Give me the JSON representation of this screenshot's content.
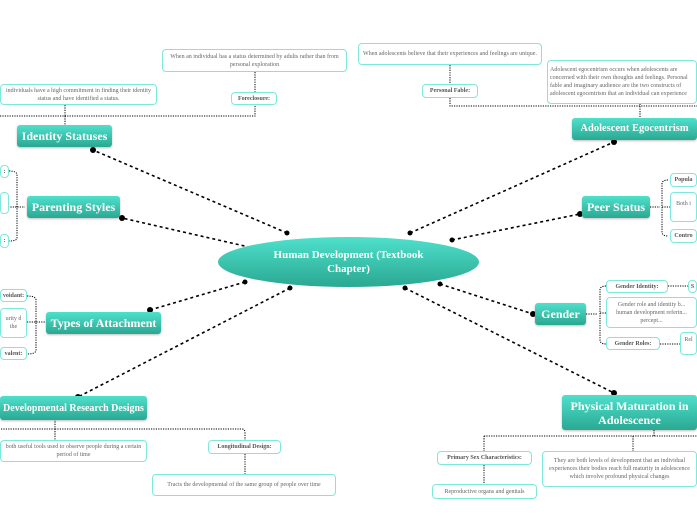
{
  "central": "Human Development (Textbook Chapter)",
  "topics": {
    "identity": "Identity Statuses",
    "parenting": "Parenting Styles",
    "attachment": "Types of Attachment",
    "research": "Developmental Research Designs",
    "egocentrism": "Adolescent Egocentrism",
    "peer": "Peer Status",
    "gender": "Gender",
    "physical": "Physical Maturation in Adolescence"
  },
  "notes": {
    "identity_achieved": "individuals have a high commitment in finding their identity status and have identified a status.",
    "foreclosure_label": "Foreclosure:",
    "foreclosure_text": "When an individual has a status determined by adults rather than from personal exploration",
    "fable_label": "Personal Fable:",
    "fable_text": "When adolescents believe that their experiences and feelings are unique.",
    "egocentrism_text": "Adolescent egocentrism occurs when adolescents are concerned with their own thoughts and feelings. Personal fable and imaginary audience are the two constructs of adolescent egocentrism that an individual can experience",
    "parenting_1": ":",
    "parenting_2": "",
    "parenting_3": ":",
    "attach_1": "voidant:",
    "attach_2": "urity d the",
    "attach_3": "valent:",
    "peer_1": "Popula",
    "peer_2": "Both i",
    "peer_3": "Contro",
    "gender_identity_label": "Gender Identity:",
    "gender_identity_text": "S",
    "gender_middle": "Gender role and identity b... human development referin... percept...",
    "gender_roles_label": "Gender Roles:",
    "gender_roles_text": "Rel",
    "research_text": "both useful tools used to observe people during a certain period of time",
    "longitudinal_label": "Longitudinal Design:",
    "longitudinal_text": "Tracts the developmental of the same group of people over time",
    "primary_label": "Primary Sex Characteristics:",
    "primary_text": "Reproductive organs and genitals",
    "physical_text": "They are both levels of development that an individual experiences their bodies reach full maturity in adolescence which involve profound physical changes"
  },
  "colors": {
    "topic": "#3cc9b3",
    "border": "#7ee8dc",
    "line": "#000000"
  }
}
